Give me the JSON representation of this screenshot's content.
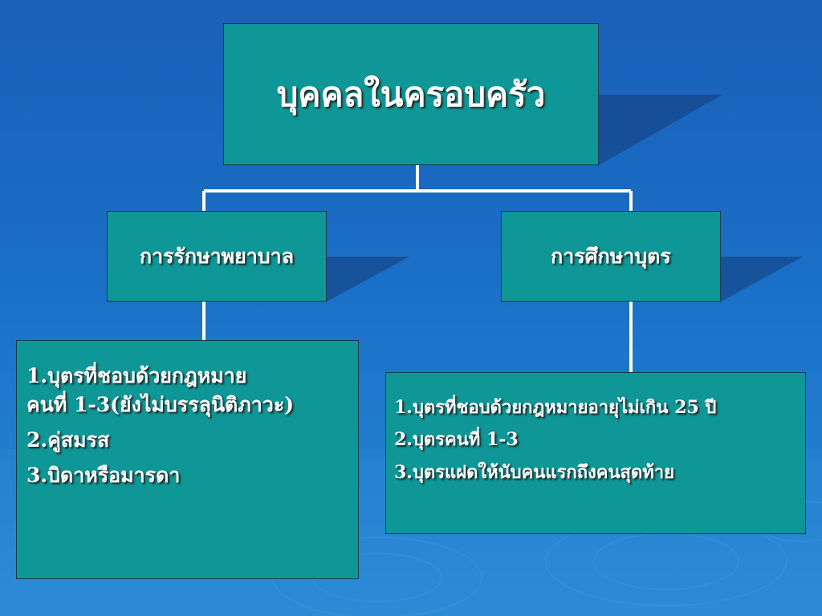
{
  "title": "บุคคลในครอบครัว",
  "branches": [
    {
      "label": "การรักษาพยาบาล",
      "items": [
        "1.บุตรที่ชอบด้วยกฎหมาย",
        "คนที่ 1-3(ยังไม่บรรลุนิติภาวะ)",
        "2.คู่สมรส",
        "3.บิดาหรือมารดา"
      ]
    },
    {
      "label": "การศึกษาบุตร",
      "items": [
        "1.บุตรที่ชอบด้วยกฎหมายอายุไม่เกิน 25 ปี",
        "2.บุตรคนที่ 1-3",
        "3.บุตรแฝดให้นับคนแรกถึงคนสุดท้าย"
      ]
    }
  ],
  "colors": {
    "background": "#1a6fc6",
    "box": "#0f9696",
    "connector": "#ffffff"
  }
}
